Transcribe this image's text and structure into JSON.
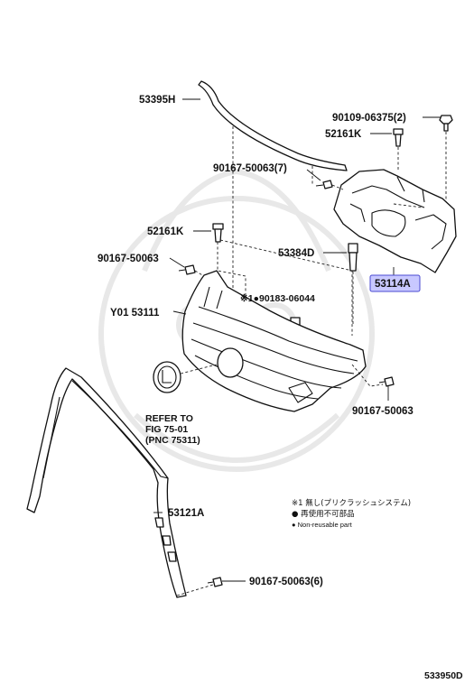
{
  "labels": {
    "p53395H": "53395H",
    "p90109": "90109-06375(2)",
    "p52161K_top": "52161K",
    "p90167_7": "90167-50063(7)",
    "p52161K_mid": "52161K",
    "p53384D": "53384D",
    "p90167_left": "90167-50063",
    "p53114A": "53114A",
    "p90183": "※1●90183-06044",
    "pY01": "Y01 53111",
    "p90167_right": "90167-50063",
    "p53121A": "53121A",
    "p90167_6": "90167-50063(6)"
  },
  "refer": {
    "line1": "REFER TO",
    "line2": "FIG 75-01",
    "line3": "(PNC 75311)"
  },
  "legend": {
    "line1": "※1 無し(プリクラッシュシステム)",
    "line2": "● 再使用不可部品",
    "line3": "● Non-reusable part"
  },
  "footer": {
    "code": "533950D"
  },
  "colors": {
    "highlight": "#c8c8ff",
    "highlight_border": "#4a4ad0",
    "line": "#111111",
    "watermark": "#e6e6e6"
  }
}
